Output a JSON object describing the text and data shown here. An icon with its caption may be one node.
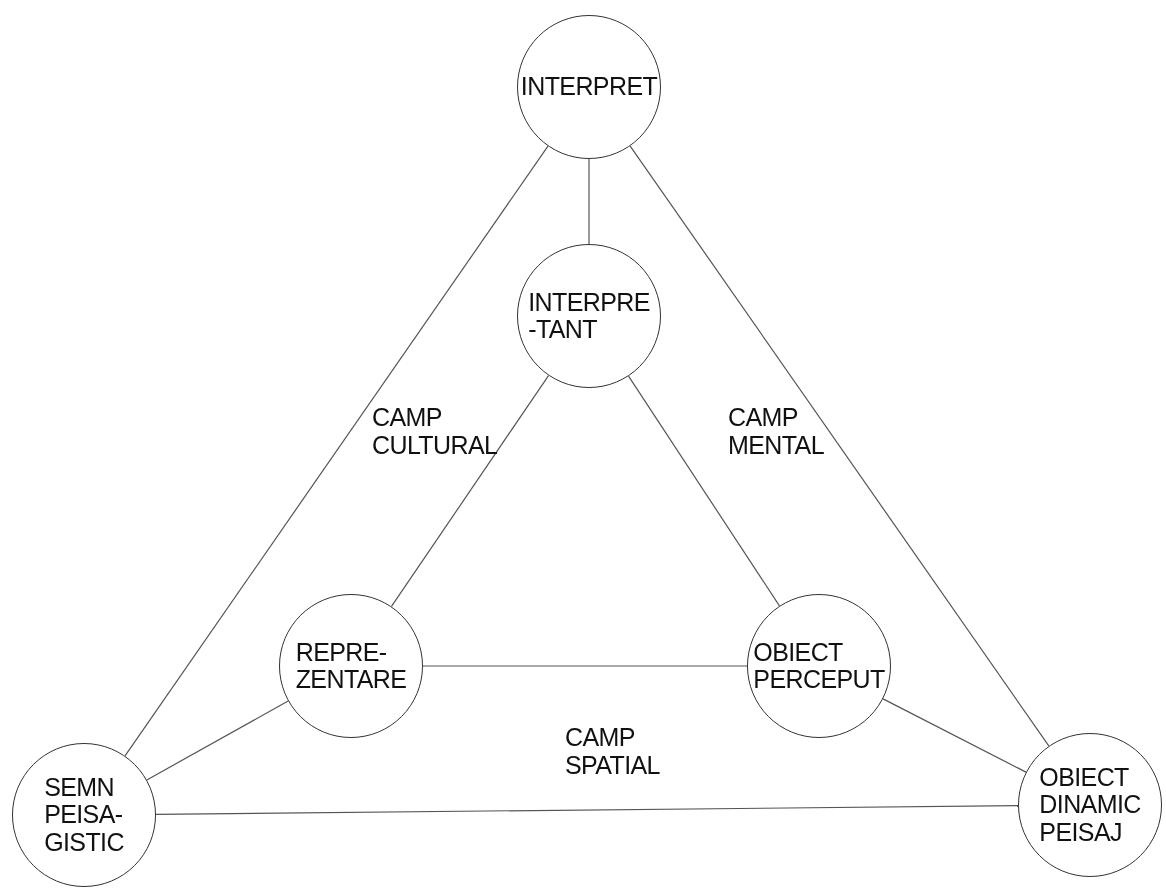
{
  "diagram": {
    "nodes": [
      {
        "text": [
          "INTERPRET"
        ]
      },
      {
        "text": [
          "INTERPRE -TANT"
        ]
      },
      {
        "text": [
          "REPRE- ZENTARE"
        ]
      },
      {
        "text": [
          "OBIECT PERCEPUT"
        ]
      },
      {
        "text": [
          "SEMN PEISA- GISTIC"
        ]
      },
      {
        "text": [
          "OBIECT DINAMIC PEISAJ"
        ]
      }
    ],
    "edges": [
      {
        "from": 0,
        "to": 4,
        "arrow": "none"
      },
      {
        "from": 0,
        "to": 5,
        "arrow": "none"
      },
      {
        "from": 0,
        "to": 1,
        "arrow": "none"
      },
      {
        "from": 1,
        "to": 2,
        "arrow": "none"
      },
      {
        "from": 1,
        "to": 3,
        "arrow": "none"
      },
      {
        "from": 2,
        "to": 3,
        "arrow": "none"
      },
      {
        "from": 2,
        "to": 4,
        "arrow": "none"
      },
      {
        "from": 3,
        "to": 5,
        "arrow": "none"
      },
      {
        "from": 4,
        "to": 5,
        "arrow": "none"
      }
    ],
    "labels": [
      "CAMP CULTURAL",
      "CAMP MENTAL",
      "CAMP SPATIAL"
    ]
  }
}
